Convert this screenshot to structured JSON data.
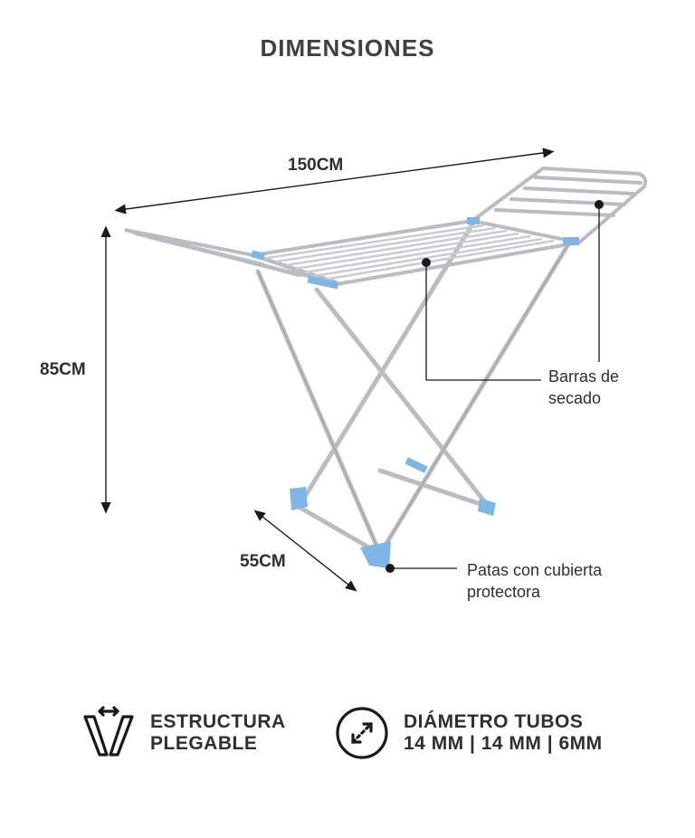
{
  "title": "DIMENSIONES",
  "dimensions": {
    "length": "150CM",
    "height": "85CM",
    "depth": "55CM"
  },
  "callouts": {
    "drying_bars": [
      "Barras de",
      "secado"
    ],
    "feet": [
      "Patas con cubierta",
      "protectora"
    ]
  },
  "features": [
    {
      "icon": "foldable-structure-icon",
      "lines": [
        "ESTRUCTURA",
        "PLEGABLE"
      ]
    },
    {
      "icon": "tube-diameter-icon",
      "lines": [
        "DIÁMETRO TUBOS",
        "14 MM | 14 MM | 6MM"
      ]
    }
  ],
  "colors": {
    "frame": "#b9bcc1",
    "accent": "#7fb6e6",
    "line": "#1a1a1a"
  }
}
